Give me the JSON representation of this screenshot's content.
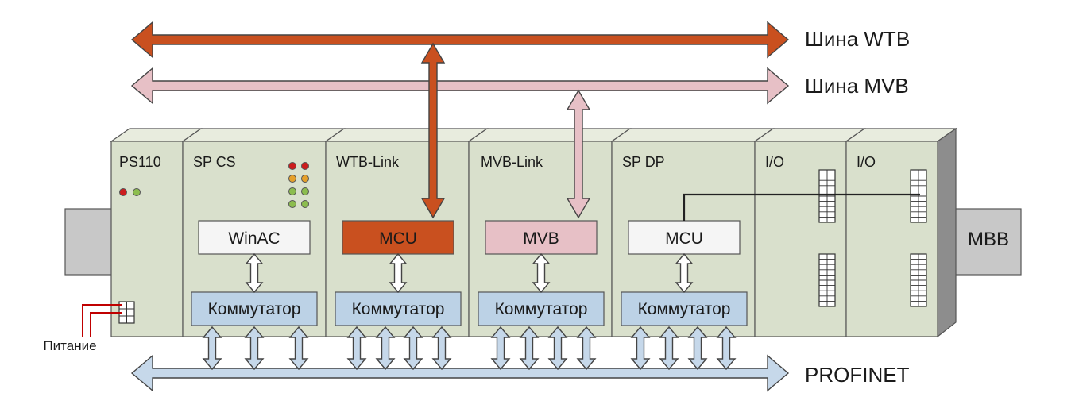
{
  "buses": {
    "wtb": "Шина WTB",
    "mvb": "Шина MVB",
    "profinet": "PROFINET"
  },
  "modules": [
    {
      "title": "PS110"
    },
    {
      "title": "SP CS",
      "block": "WinAC",
      "switch": "Коммутатор"
    },
    {
      "title": "WTB-Link",
      "block": "MCU",
      "switch": "Коммутатор"
    },
    {
      "title": "MVB-Link",
      "block": "MVB",
      "switch": "Коммутатор"
    },
    {
      "title": "SP DP",
      "block": "MCU",
      "switch": "Коммутатор"
    },
    {
      "title": "I/O"
    },
    {
      "title": "I/O"
    }
  ],
  "rail_label": "MBB",
  "power_label": "Питание",
  "colors": {
    "wtb": "#c9501f",
    "mvb": "#e7c0c6",
    "profinet": "#c6d8ea",
    "module_face": "#d9e0cc",
    "module_top": "#e8ecde",
    "module_side": "#8d8d8d",
    "switch_box": "#bcd2e6",
    "rail": "#c8c8c8"
  }
}
